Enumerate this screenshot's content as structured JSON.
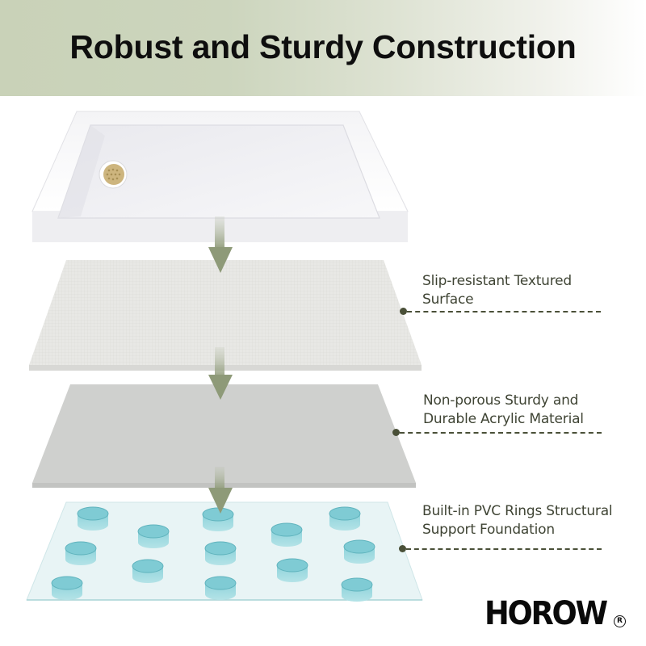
{
  "header": {
    "title": "Robust and Sturdy Construction",
    "background_gradient": [
      "#c9d2b8",
      "#ffffff"
    ]
  },
  "layers": [
    {
      "name": "shower-base",
      "description": "White acrylic shower base with left drain",
      "drain_color": "#c8b27a"
    },
    {
      "name": "textured-surface",
      "label_line1": "Slip-resistant Textured",
      "label_line2": "Surface",
      "fill": "#e6e6e3"
    },
    {
      "name": "acrylic-layer",
      "label_line1": "Non-porous Sturdy and",
      "label_line2": "Durable Acrylic Material",
      "fill": "#cfd0ce"
    },
    {
      "name": "pvc-rings-layer",
      "label_line1": "Built-in PVC Rings Structural",
      "label_line2": "Support Foundation",
      "fill": "#e6f3f4",
      "ring_color": "#7fcbd4",
      "ring_count": 14
    }
  ],
  "arrows": {
    "color": "#9aa585",
    "count": 3
  },
  "accent_color": "#4a5038",
  "brand": {
    "name": "HOROW",
    "registered_mark": "R"
  }
}
